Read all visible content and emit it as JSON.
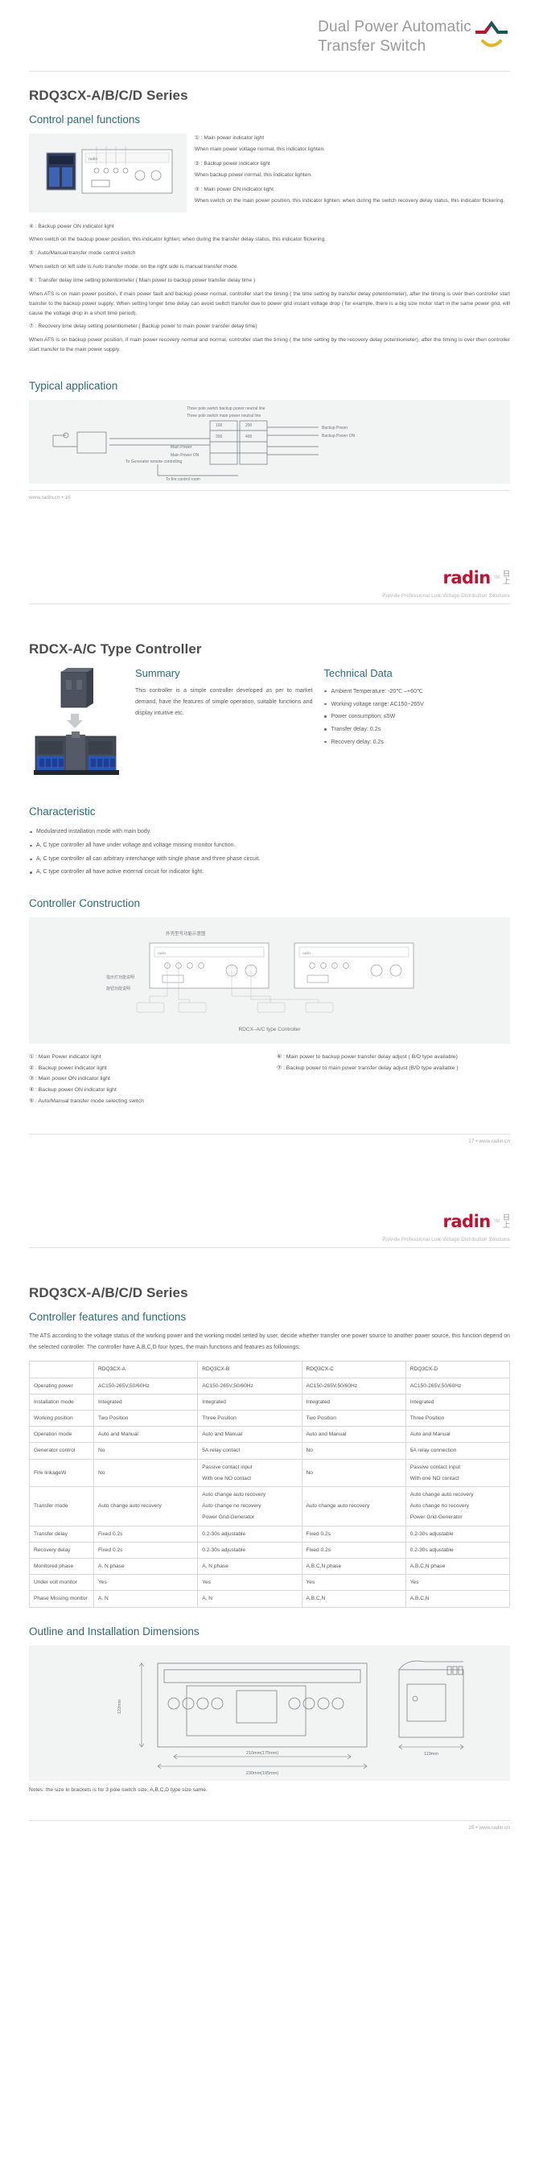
{
  "masthead": {
    "title_line1": "Dual Power Automatic",
    "title_line2": "Transfer Switch",
    "mark_red": "#c8102e",
    "mark_teal": "#19565a",
    "mark_yellow": "#e8b51d"
  },
  "brand": {
    "word": "radin",
    "tm": "TM",
    "cn_line1": "日",
    "cn_line2": "上",
    "tagline": "Provide Professional Low-Voltage Distribution Solutions",
    "accent": "#c8102e"
  },
  "page1": {
    "h1": "RDQ3CX-A/B/C/D Series",
    "section_title": "Control panel functions",
    "legend": [
      {
        "num": "①",
        "title": "Main power indicator light",
        "desc": "When main power voltage normal, this indicator lighten."
      },
      {
        "num": "②",
        "title": "Backup power indicator light",
        "desc": "When backup power normal, this indicator lighten."
      },
      {
        "num": "③",
        "title": "Main power ON indicator light",
        "desc": "When switch on the main power position, this indicator lighten; when during the switch recovery delay status, this indicator flickering."
      }
    ],
    "paragraphs": [
      "④ : Backup power ON indicator light",
      "When switch on the backup power position, this indicator lighten; when during the transfer delay status, this indicator flickering.",
      "⑤ : Auto/Manual transfer mode control switch",
      "When switch on left side is Auto transfer mode, on the right side is manual transfer mode.",
      "⑥ : Transfer delay time setting potentiometer ( Main power to backup power transfer delay time )",
      "When ATS is on main power position, if main power fault and backup power normal, controller start the timing ( the time setting by transfer delay potentiometer), after the timing is over then controller start transfer to the backup power supply; When setting longer time delay can avoid switch transfer due to power grid instant voltage drop ( for example, there is a big size motor start in the same power grid, will cause the voltage drop in a short time period).",
      "⑦ : Recovery time delay setting potentiometer ( Backup power to main power transfer delay time)",
      "When ATS is on backup power position, if main power recovery normal and normal, controller start the timing ( the time setting by the recovery delay potentiometer), after the timing is over then controller start transfer to the main power supply."
    ],
    "typical_title": "Typical application",
    "diagram_labels": {
      "neutral": "Three pole switch backup power neutral line",
      "neutral2": "Three pole switch main power neutral line",
      "backup_power": "Backup Power",
      "backup_on": "Backup Power ON",
      "main_power": "Main Power",
      "main_on": "Main Power ON",
      "generator": "To Generator remote controlling",
      "fire": "To fire control room",
      "t100": "100",
      "t200": "200",
      "t300": "300",
      "t400": "400"
    },
    "footer": "www.radin.cn • 16"
  },
  "page2": {
    "h1": "RDCX-A/C Type Controller",
    "summary_title": "Summary",
    "summary_text": "This controller is a simple controller developed as per to market demand, have the features of simple operation, suitable functions and display intuitive etc.",
    "tech_title": "Technical Data",
    "tech_items": [
      "Ambient Temperature: -20℃ –+60℃",
      "Working voltage range: AC150~265V",
      "Power consumption: ≤5W",
      "Transfer delay: 0.2s",
      "Recovery delay: 0.2s"
    ],
    "char_title": "Characteristic",
    "char_items": [
      "Modularized installation mode with main body.",
      "A, C type controller all have under voltage and voltage missing monitor function.",
      "A, C type controller all can arbitrary interchange with single phase and three phase circuit.",
      "A, C type controller all have active external circuit for indicator light."
    ],
    "construction_title": "Controller Construction",
    "construction_caption": "RDCX–A/C type Controller",
    "construction_note": "外壳型号功能示意图",
    "panel_label_left": "指示灯功能说明",
    "panel_label_left2": "旋钮功能说明",
    "legend_left": [
      "① : Main Power indicator light",
      "② : Backup power indicator light",
      "③ : Main power ON indicator light",
      "④ : Backup power ON indicator light",
      "⑤ : Auto/Manual transfer mode selecting switch"
    ],
    "legend_right": [
      "⑥ : Main power to backup power transfer delay adjust ( B/D type available)",
      "⑦ : Backup power to main power transfer delay adjust (B/D type available )"
    ],
    "footer": "17 • www.radin.cn"
  },
  "page3": {
    "h1": "RDQ3CX-A/B/C/D Series",
    "section_title": "Controller features and functions",
    "intro": "The ATS according to the voltage status of the working power and the working model setted by user, decide whether transfer one power source to another power source, this function depend on the selected controller. The controller have A,B,C,D four types, the main functions and features as followings:",
    "table": {
      "headers": [
        "",
        "RDQ3CX-A",
        "RDQ3CX-B",
        "RDQ3CX-C",
        "RDQ3CX-D"
      ],
      "rows": [
        {
          "label": "Operating power",
          "cells": [
            [
              "AC150-265V,50/60Hz"
            ],
            [
              "AC150-265V,50/60Hz"
            ],
            [
              "AC150-265V,50/60Hz"
            ],
            [
              "AC150-265V,50/60Hz"
            ]
          ]
        },
        {
          "label": "Installation mode",
          "cells": [
            [
              "Integrated"
            ],
            [
              "Integrated"
            ],
            [
              "Integrated"
            ],
            [
              "Integrated"
            ]
          ]
        },
        {
          "label": "Working position",
          "cells": [
            [
              "Two Position"
            ],
            [
              "Three Position"
            ],
            [
              "Two Position"
            ],
            [
              "Three Position"
            ]
          ]
        },
        {
          "label": "Operation mode",
          "cells": [
            [
              "Auto and Manual"
            ],
            [
              "Auto and Manual"
            ],
            [
              "Auto and Manual"
            ],
            [
              "Auto and Manual"
            ]
          ]
        },
        {
          "label": "Generator control",
          "cells": [
            [
              "No"
            ],
            [
              "5A relay contact"
            ],
            [
              "No"
            ],
            [
              "5A relay connection"
            ]
          ]
        },
        {
          "label": "Fire linkageW",
          "cells": [
            [
              "No"
            ],
            [
              "Passive contact input",
              "With one NO contact"
            ],
            [
              "No"
            ],
            [
              "Passive contact input",
              "With one NO contact"
            ]
          ]
        },
        {
          "label": "Transfer mode",
          "cells": [
            [
              "Auto change auto recovery"
            ],
            [
              "Auto change auto recovery",
              "Auto change no recovery",
              "Power Grid-Generator"
            ],
            [
              "Auto change auto recovery"
            ],
            [
              "Auto change auto recovery",
              "Auto change no recovery",
              "Power Grid-Generator"
            ]
          ]
        },
        {
          "label": "Transfer delay",
          "cells": [
            [
              "Fixed 0.2s"
            ],
            [
              "0.2-30s adjustable"
            ],
            [
              "Fixed 0.2s"
            ],
            [
              "0.2-30s adjustable"
            ]
          ]
        },
        {
          "label": "Recovery delay",
          "cells": [
            [
              "Fixed 0.2s"
            ],
            [
              "0.2-30s adjustable"
            ],
            [
              "Fixed 0.2s"
            ],
            [
              "0.2-30s adjustable"
            ]
          ]
        },
        {
          "label": "Monitored phase",
          "cells": [
            [
              "A, N phase"
            ],
            [
              "A, N phase"
            ],
            [
              "A,B,C,N phase"
            ],
            [
              "A,B,C,N phase"
            ]
          ]
        },
        {
          "label": "Under volt monitor",
          "cells": [
            [
              "Yes"
            ],
            [
              "Yes"
            ],
            [
              "Yes"
            ],
            [
              "Yes"
            ]
          ]
        },
        {
          "label": "Phase Missing monitor",
          "cells": [
            [
              "A, N"
            ],
            [
              "A, N"
            ],
            [
              "A,B,C,N"
            ],
            [
              "A,B,C,N"
            ]
          ]
        }
      ]
    },
    "dim_title": "Outline and Installation Dimensions",
    "dim_labels": {
      "height": "122mm",
      "width_main": "210mm(175mm)",
      "width_sub": "230mm(195mm)",
      "depth": "119mm"
    },
    "notes": "Notes: the size in brackets is for 3 pole switch size; A,B,C,D type size same.",
    "footer": "15 • www.radin.cn"
  }
}
